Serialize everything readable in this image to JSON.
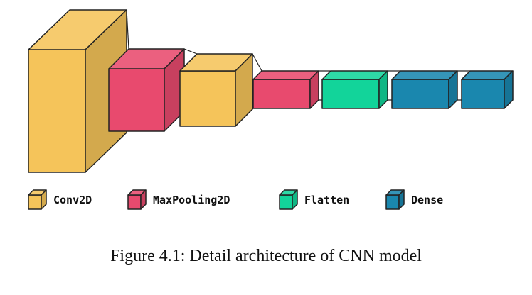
{
  "colors": {
    "conv2d": "#F5C45A",
    "maxpooling2d": "#E84A6E",
    "flatten": "#12D49A",
    "dense": "#1A87AE",
    "outline": "#222222"
  },
  "layers": [
    {
      "type": "conv2d",
      "name": "layer-conv2d-1"
    },
    {
      "type": "maxpooling2d",
      "name": "layer-maxpooling2d-1"
    },
    {
      "type": "conv2d",
      "name": "layer-conv2d-2"
    },
    {
      "type": "maxpooling2d",
      "name": "layer-maxpooling2d-2"
    },
    {
      "type": "flatten",
      "name": "layer-flatten"
    },
    {
      "type": "dense",
      "name": "layer-dense-1"
    },
    {
      "type": "dense",
      "name": "layer-dense-2"
    }
  ],
  "legend": [
    {
      "type": "conv2d",
      "label": "Conv2D"
    },
    {
      "type": "maxpooling2d",
      "label": "MaxPooling2D"
    },
    {
      "type": "flatten",
      "label": "Flatten"
    },
    {
      "type": "dense",
      "label": "Dense"
    }
  ],
  "caption": "Figure 4.1: Detail architecture of CNN model"
}
